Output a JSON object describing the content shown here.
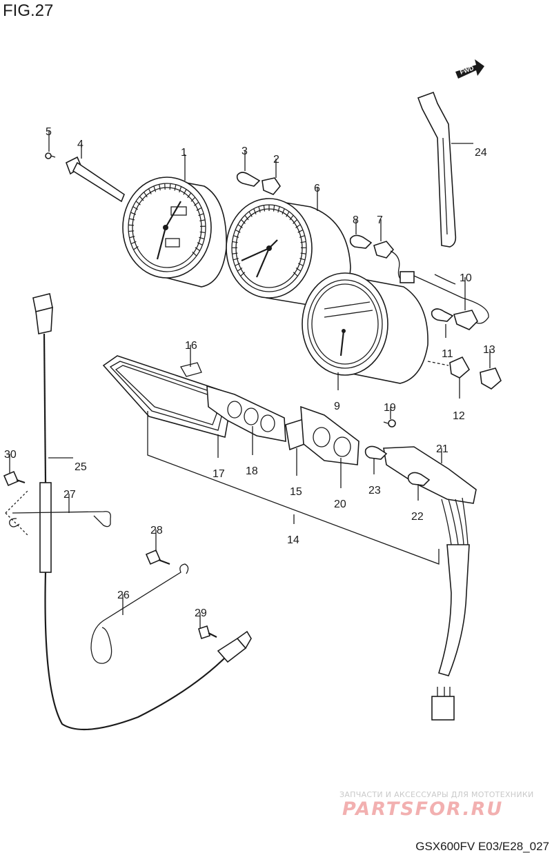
{
  "figure": {
    "title": "FIG.27",
    "code": "GSX600FV E03/E28_027"
  },
  "watermark": {
    "tagline": "ЗАПЧАСТИ И АКСЕССУАРЫ ДЛЯ МОТОТЕХНИКИ",
    "logo": "PARTSFOR.RU"
  },
  "direction_badge": "FWD",
  "callouts": [
    {
      "id": "1",
      "label": "1"
    },
    {
      "id": "2",
      "label": "2"
    },
    {
      "id": "3",
      "label": "3"
    },
    {
      "id": "4",
      "label": "4"
    },
    {
      "id": "5",
      "label": "5"
    },
    {
      "id": "6",
      "label": "6"
    },
    {
      "id": "7",
      "label": "7"
    },
    {
      "id": "8",
      "label": "8"
    },
    {
      "id": "9",
      "label": "9"
    },
    {
      "id": "10",
      "label": "10"
    },
    {
      "id": "11",
      "label": "11"
    },
    {
      "id": "12",
      "label": "12"
    },
    {
      "id": "13",
      "label": "13"
    },
    {
      "id": "14",
      "label": "14"
    },
    {
      "id": "15",
      "label": "15"
    },
    {
      "id": "16",
      "label": "16"
    },
    {
      "id": "17",
      "label": "17"
    },
    {
      "id": "18",
      "label": "18"
    },
    {
      "id": "19",
      "label": "19"
    },
    {
      "id": "20",
      "label": "20"
    },
    {
      "id": "21",
      "label": "21"
    },
    {
      "id": "22",
      "label": "22"
    },
    {
      "id": "23",
      "label": "23"
    },
    {
      "id": "24",
      "label": "24"
    },
    {
      "id": "25",
      "label": "25"
    },
    {
      "id": "26",
      "label": "26"
    },
    {
      "id": "27",
      "label": "27"
    },
    {
      "id": "28",
      "label": "28"
    },
    {
      "id": "29",
      "label": "29"
    },
    {
      "id": "30",
      "label": "30"
    }
  ]
}
